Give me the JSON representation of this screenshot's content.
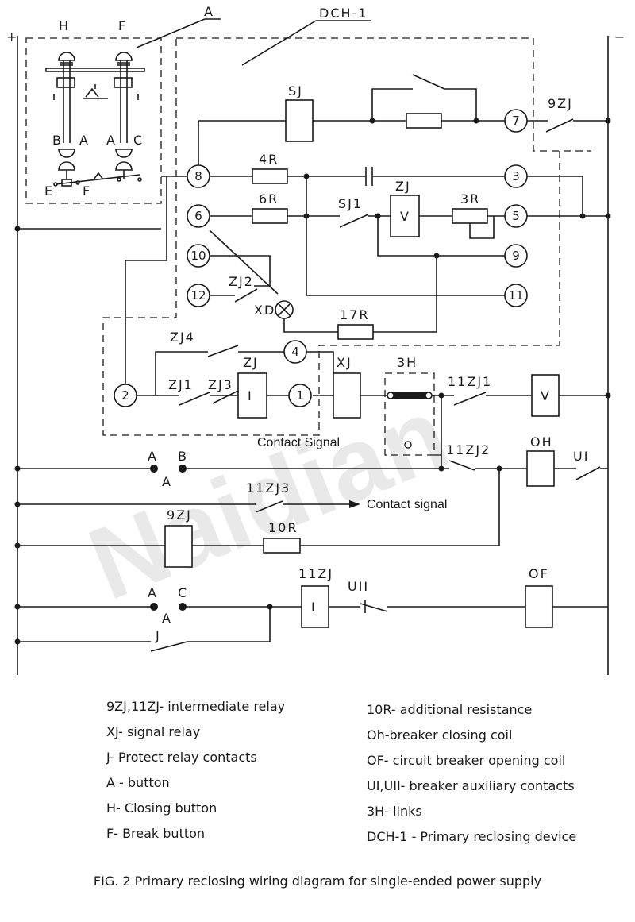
{
  "watermark": "Naidian",
  "labels": {
    "plus": "+",
    "minus": "−",
    "A_top": "A",
    "DCH1": "DCH-1",
    "H": "H",
    "F": "F",
    "B1": "B",
    "A1": "A",
    "A2": "A",
    "C1": "C",
    "E": "E",
    "F2": "F",
    "SJ": "SJ",
    "ZJ9": "9ZJ",
    "R4": "4R",
    "ZJ": "ZJ",
    "R6": "6R",
    "SJ1": "SJ1",
    "R3": "3R",
    "V": "V",
    "ZJ2": "ZJ2",
    "XD": "XD",
    "R17": "17R",
    "ZJ4": "ZJ4",
    "ZJ_b": "ZJ",
    "ZJ1": "ZJ1",
    "ZJ3": "ZJ3",
    "I": "I",
    "XJ": "XJ",
    "H3": "3H",
    "ZJ11_1": "11ZJ1",
    "V2": "V",
    "contact_signal_1": "Contact Signal",
    "ZJ11_2": "11ZJ2",
    "OH": "OH",
    "UI": "UI",
    "btnA": "A",
    "btnB": "B",
    "btnA_below": "A",
    "ZJ11_3": "11ZJ3",
    "contact_signal_2": "Contact signal",
    "ZJ9_b": "9ZJ",
    "R10": "10R",
    "ZJ11": "11ZJ",
    "UII": "UII",
    "OF": "OF",
    "btn2A": "A",
    "btn2C": "C",
    "btn2A_below": "A",
    "I2": "I",
    "J": "J"
  },
  "terminals": [
    "1",
    "2",
    "3",
    "4",
    "5",
    "6",
    "7",
    "8",
    "9",
    "10",
    "11",
    "12"
  ],
  "legend": {
    "left": [
      "9ZJ,11ZJ- intermediate relay",
      "XJ- signal relay",
      "J- Protect relay contacts",
      "A - button",
      "H- Closing button",
      "F- Break button"
    ],
    "right": [
      "10R- additional resistance",
      "Oh-breaker closing coil",
      "OF- circuit breaker opening coil",
      "UI,UII- breaker auxiliary contacts",
      "3H- links",
      "DCH-1 - Primary reclosing device"
    ]
  },
  "caption": "FIG. 2 Primary reclosing wiring diagram for single-ended power supply"
}
